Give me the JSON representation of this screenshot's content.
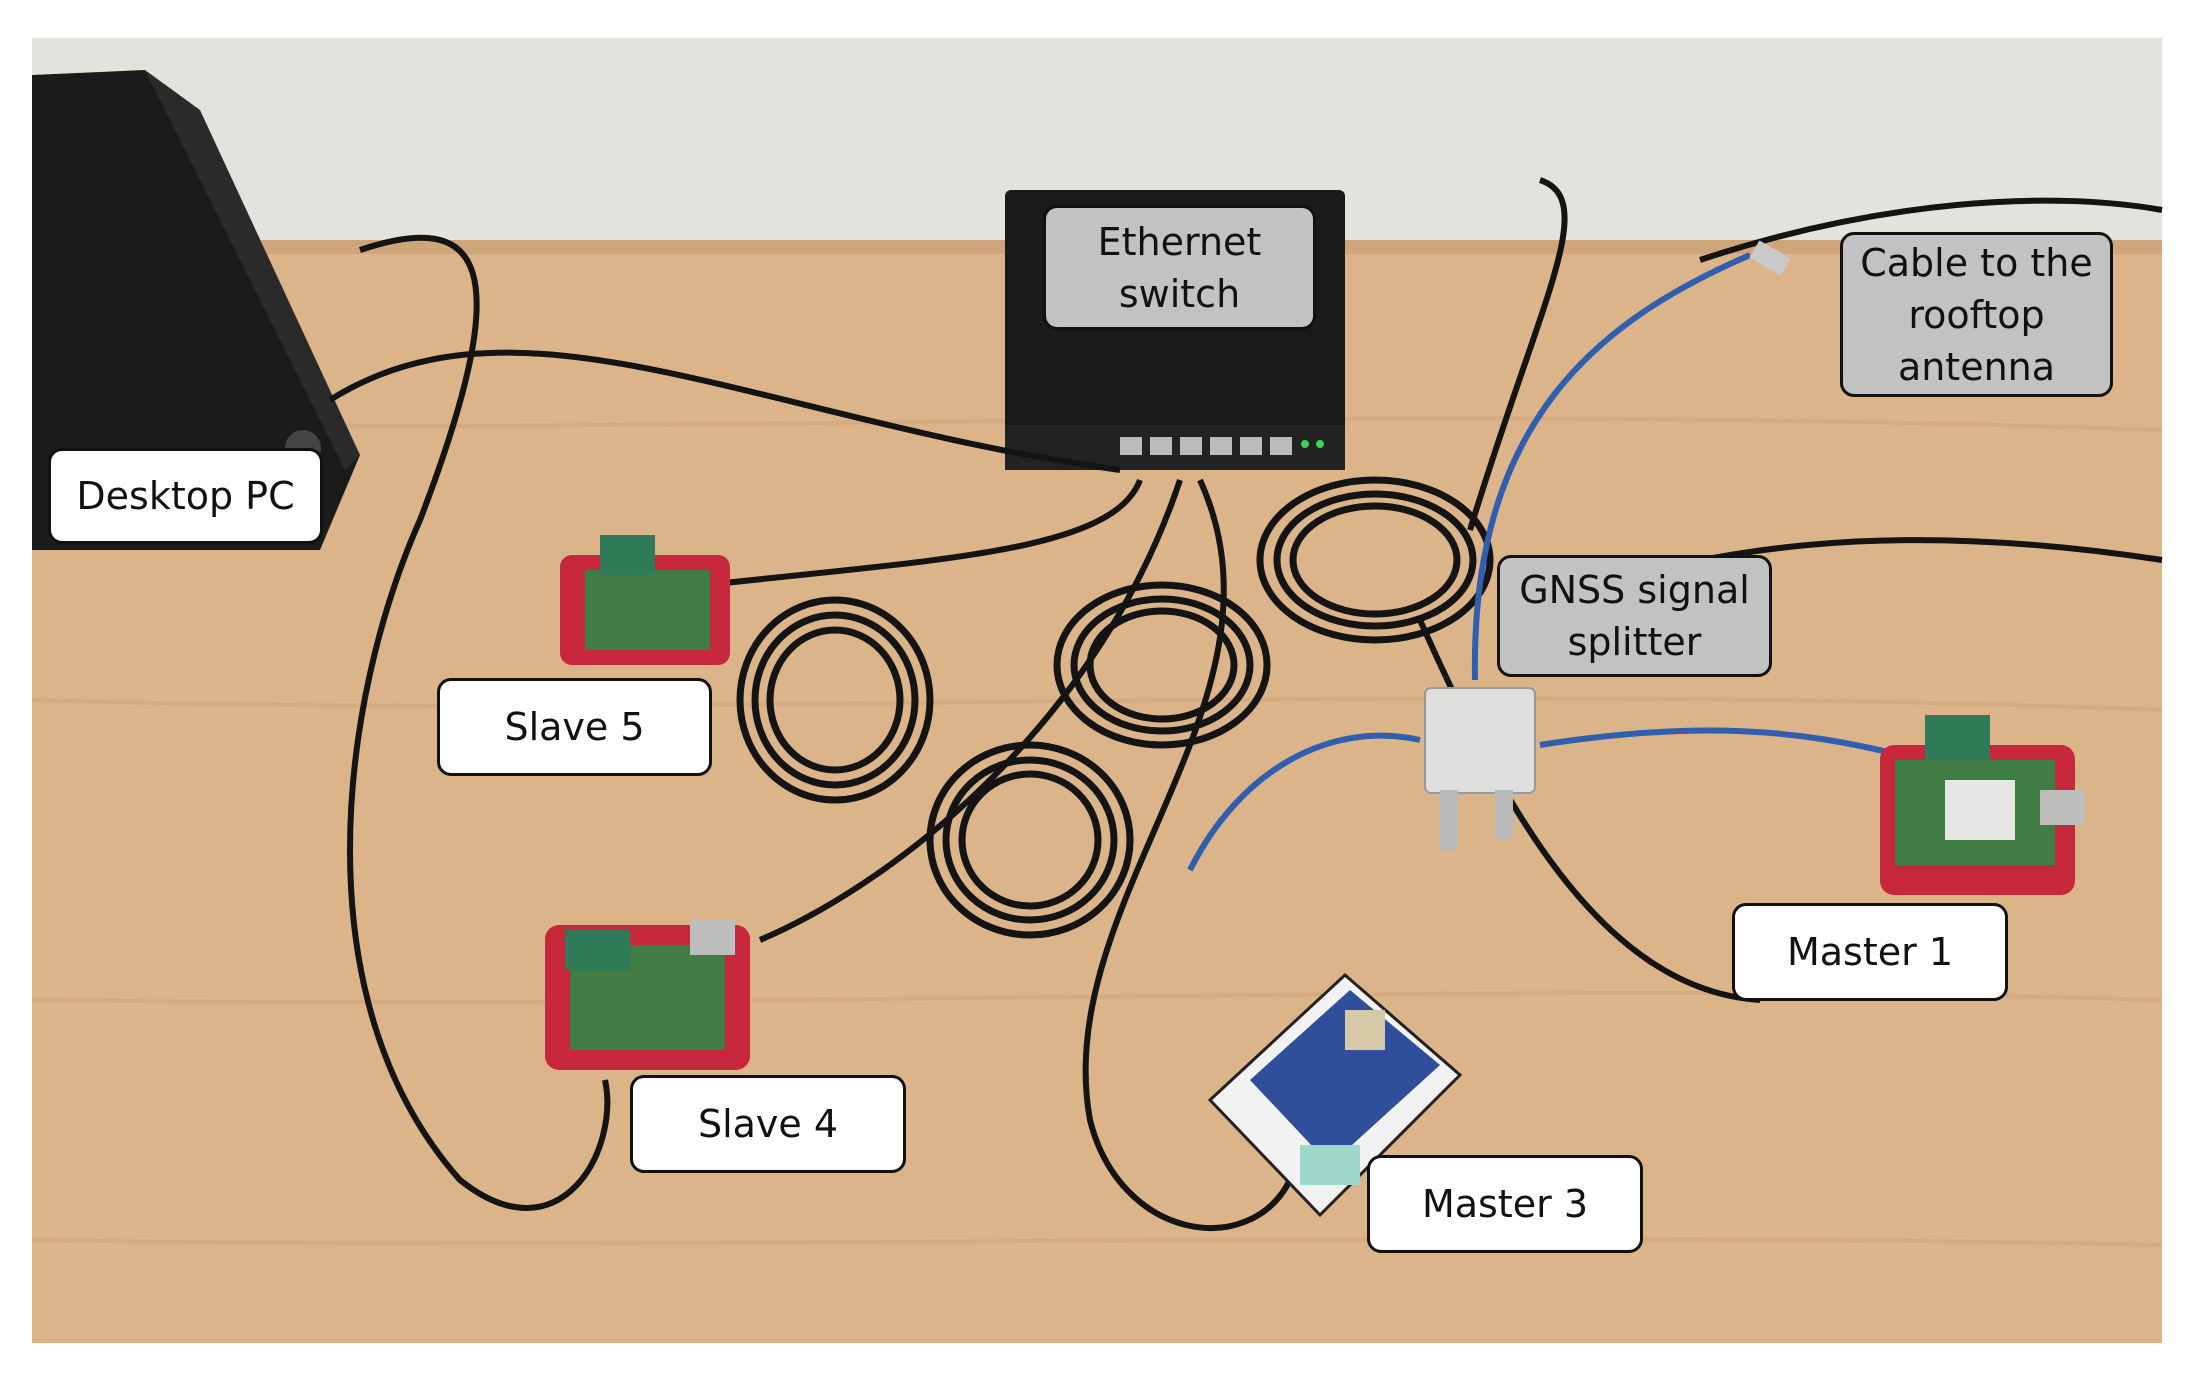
{
  "labels": {
    "desktop_pc": "Desktop PC",
    "ethernet_switch": [
      "Ethernet",
      "switch"
    ],
    "cable_rooftop": [
      "Cable to the",
      "rooftop",
      "antenna"
    ],
    "gnss_splitter": [
      "GNSS signal",
      "splitter"
    ],
    "slave5": "Slave 5",
    "slave4": "Slave 4",
    "master1": "Master 1",
    "master3": "Master 3"
  },
  "colors": {
    "wall": "#e4e3de",
    "desk": "#dcb48a",
    "cable": "#141414",
    "coax": "#2f5fae",
    "pi_case": "#c8283b",
    "pi_board": "#3f7d45",
    "device": "#1c1c1c",
    "label_gray": "#c2c2c2",
    "label_white": "#ffffff"
  }
}
